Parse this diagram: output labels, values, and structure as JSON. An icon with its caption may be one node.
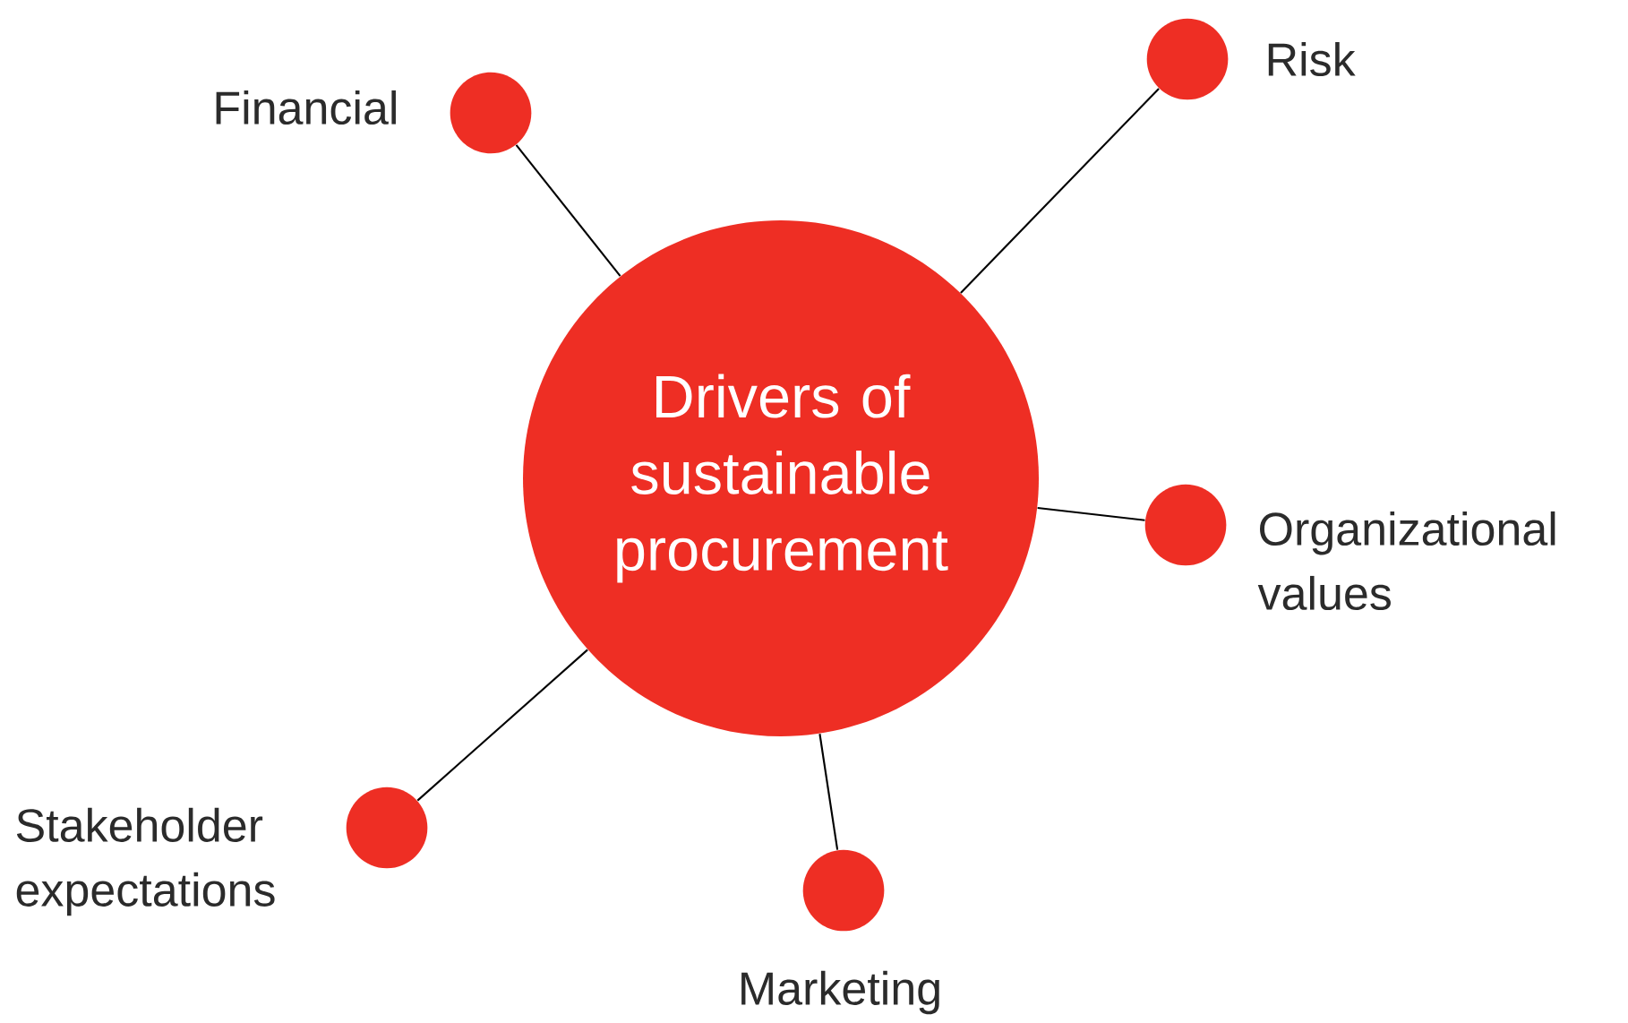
{
  "diagram": {
    "nodes": [
      {
        "text": [
          "Drivers of sustainable procurement"
        ]
      },
      {
        "text": [],
        "shape": "circle",
        "beside": [
          "Financial"
        ]
      },
      {
        "text": [],
        "shape": "circle",
        "beside": [
          "Risk"
        ]
      },
      {
        "text": [],
        "shape": "circle",
        "beside": [
          "Organizational values"
        ]
      },
      {
        "text": [],
        "shape": "circle",
        "beside": [
          "Stakeholder expectations"
        ]
      },
      {
        "text": [],
        "shape": "circle",
        "beside": [
          "Marketing"
        ]
      }
    ],
    "edges": [
      {
        "from": 0,
        "to": 1,
        "arrow": "none"
      },
      {
        "from": 0,
        "to": 2,
        "arrow": "none"
      },
      {
        "from": 0,
        "to": 3,
        "arrow": "none"
      },
      {
        "from": 0,
        "to": 4,
        "arrow": "none"
      },
      {
        "from": 0,
        "to": 5,
        "arrow": "none"
      }
    ]
  }
}
